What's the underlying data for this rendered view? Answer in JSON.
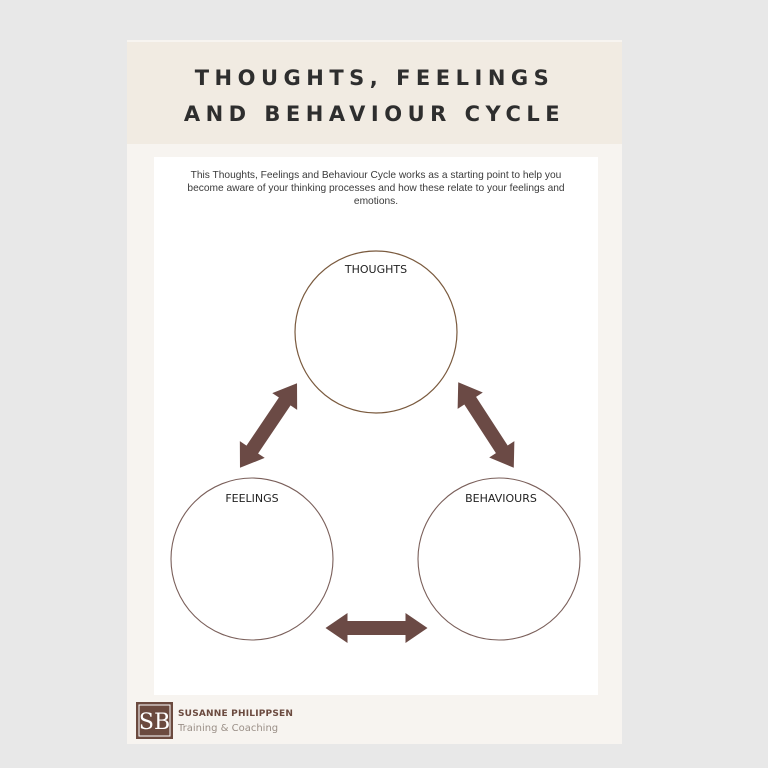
{
  "header": {
    "title_line1": "THOUGHTS, FEELINGS",
    "title_line2": "AND BEHAVIOUR CYCLE"
  },
  "intro": "This Thoughts, Feelings and Behaviour Cycle works as a starting point to help you become aware of your thinking processes and how these relate to your feelings and emotions.",
  "diagram": {
    "circles": [
      {
        "id": "thoughts",
        "label": "THOUGHTS"
      },
      {
        "id": "feelings",
        "label": "FEELINGS"
      },
      {
        "id": "behaviours",
        "label": "BEHAVIOURS"
      }
    ]
  },
  "footer": {
    "logo_letters": "SB",
    "brand_name": "SUSANNE PHILIPPSEN",
    "tagline": "Training & Coaching"
  },
  "colors": {
    "header_band": "#f1ebe2",
    "arrow": "#6b4a45",
    "thoughts_stroke": "#7a5a3e",
    "circle_stroke": "#7a5f5a",
    "logo_bg": "#6b4a3f"
  }
}
